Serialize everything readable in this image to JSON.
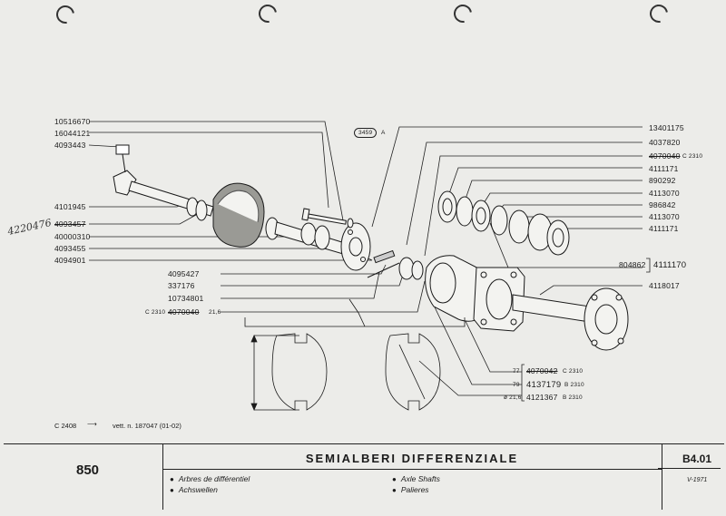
{
  "left_labels": [
    {
      "text": "10516670"
    },
    {
      "text": "16044121"
    },
    {
      "text": "4093443"
    },
    {
      "text": "4101945"
    },
    {
      "text": "4093457"
    },
    {
      "text": "40000310"
    },
    {
      "text": "4093455"
    },
    {
      "text": "4094901"
    }
  ],
  "center_labels": [
    {
      "text": "4095427"
    },
    {
      "text": "337176"
    },
    {
      "text": "10734801"
    },
    {
      "text": "4070040"
    }
  ],
  "center_note": "C 2310",
  "center_size": "21,6",
  "right_labels": [
    {
      "text": "13401175"
    },
    {
      "text": "4037820"
    },
    {
      "text": "4070040"
    },
    {
      "text": "4111171"
    },
    {
      "text": "890292"
    },
    {
      "text": "4113070"
    },
    {
      "text": "986842"
    },
    {
      "text": "4113070"
    },
    {
      "text": "4111171"
    }
  ],
  "right_note": "C 2310",
  "ref_tag": "3459",
  "ref_letter": "A",
  "pair_labels": {
    "a": "804862",
    "b": "4111170"
  },
  "hub_label": "4118017",
  "bottom_group": [
    {
      "prefix": "77",
      "code": "4070042",
      "suffix": "C 2310"
    },
    {
      "prefix": "79",
      "code": "4137179",
      "suffix": "B 2310"
    },
    {
      "prefix": "ø 21,6",
      "code": "4121367",
      "suffix": "B 2310"
    }
  ],
  "handwritten": "4220476",
  "footnote": {
    "code": "C 2408",
    "text": "vett. n. 187047 (01-02)"
  },
  "footer": {
    "model": "850",
    "title": "SEMIALBERI DIFFERENZIALE",
    "fr": "Arbres de différentiel",
    "de": "Achswellen",
    "en": "Axle Shafts",
    "es": "Palieres",
    "code": "B4.01",
    "date": "V-1971"
  }
}
